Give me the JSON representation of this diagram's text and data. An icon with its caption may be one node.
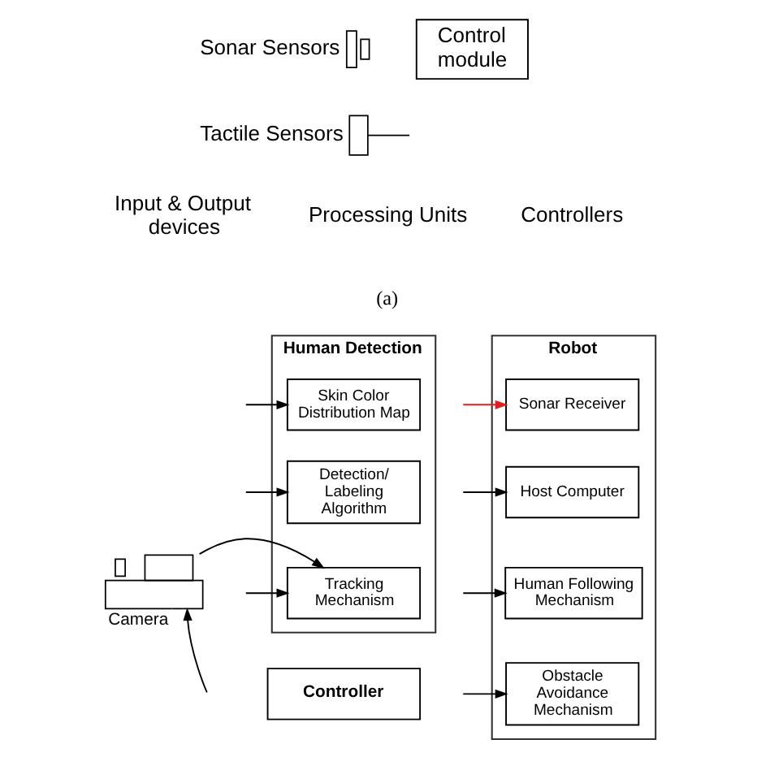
{
  "diagram": {
    "nodes": [
      {
        "text": [
          "Sonar Sensors"
        ]
      },
      {
        "text": [
          "Tactile Sensors"
        ]
      },
      {
        "text": [
          "Control module"
        ]
      },
      {
        "text": [
          "Camera"
        ]
      },
      {
        "text": [
          "Human Detection"
        ]
      },
      {
        "text": [
          "Skin Color Distribution Map"
        ],
        "in": 4
      },
      {
        "text": [
          "Detection/ Labeling Algorithm"
        ],
        "in": 4
      },
      {
        "text": [
          "Tracking Mechanism"
        ],
        "in": 4
      },
      {
        "text": [
          "Robot"
        ]
      },
      {
        "text": [
          "Sonar Receiver"
        ],
        "in": 8
      },
      {
        "text": [
          "Host Computer"
        ],
        "in": 8
      },
      {
        "text": [
          "Human Following Mechanism"
        ],
        "in": 8
      },
      {
        "text": [
          "Obstacle Avoidance Mechanism"
        ],
        "in": 8
      },
      {
        "text": [
          "Controller"
        ]
      }
    ],
    "edges": [
      {
        "from": 1,
        "to": null,
        "arrow": "none"
      },
      {
        "from": 3,
        "to": 7,
        "arrow": "to"
      },
      {
        "from": null,
        "to": 3,
        "arrow": "to"
      },
      {
        "from": null,
        "to": 5,
        "arrow": "to"
      },
      {
        "from": null,
        "to": 6,
        "arrow": "to"
      },
      {
        "from": null,
        "to": 7,
        "arrow": "to"
      },
      {
        "from": null,
        "to": 9,
        "arrow": "to",
        "color": "#e02020"
      },
      {
        "from": null,
        "to": 10,
        "arrow": "to"
      },
      {
        "from": null,
        "to": 11,
        "arrow": "to"
      },
      {
        "from": null,
        "to": 12,
        "arrow": "to"
      }
    ],
    "labels": [
      "Input & Output devices",
      "Processing Units",
      "Controllers",
      "(a)"
    ]
  }
}
